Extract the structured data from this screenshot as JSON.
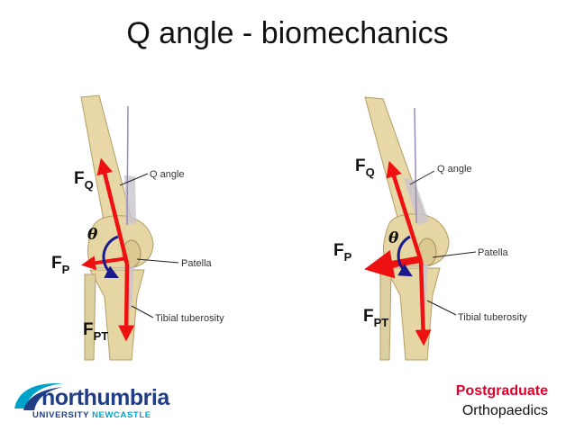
{
  "title": "Q angle - biomechanics",
  "labels": {
    "q_angle": "Q angle",
    "patella": "Patella",
    "tibial_tuberosity": "Tibial tuberosity",
    "theta": "θ",
    "fq_main": "F",
    "fq_sub": "Q",
    "fp_main": "F",
    "fp_sub": "P",
    "fpt_main": "F",
    "fpt_sub": "PT"
  },
  "logo": {
    "name": "northumbria",
    "university": "UNIVERSITY",
    "city": "NEWCASTLE"
  },
  "footer": {
    "line1": "Postgraduate",
    "line2": "Orthopaedics"
  },
  "colors": {
    "force_arrow": "#ee1111",
    "angle_arc": "#1a1a8c",
    "bone": "#e6d6a6",
    "accent": "#e3002b",
    "logo_navy": "#1f3e86",
    "logo_cyan": "#00a3c8"
  }
}
